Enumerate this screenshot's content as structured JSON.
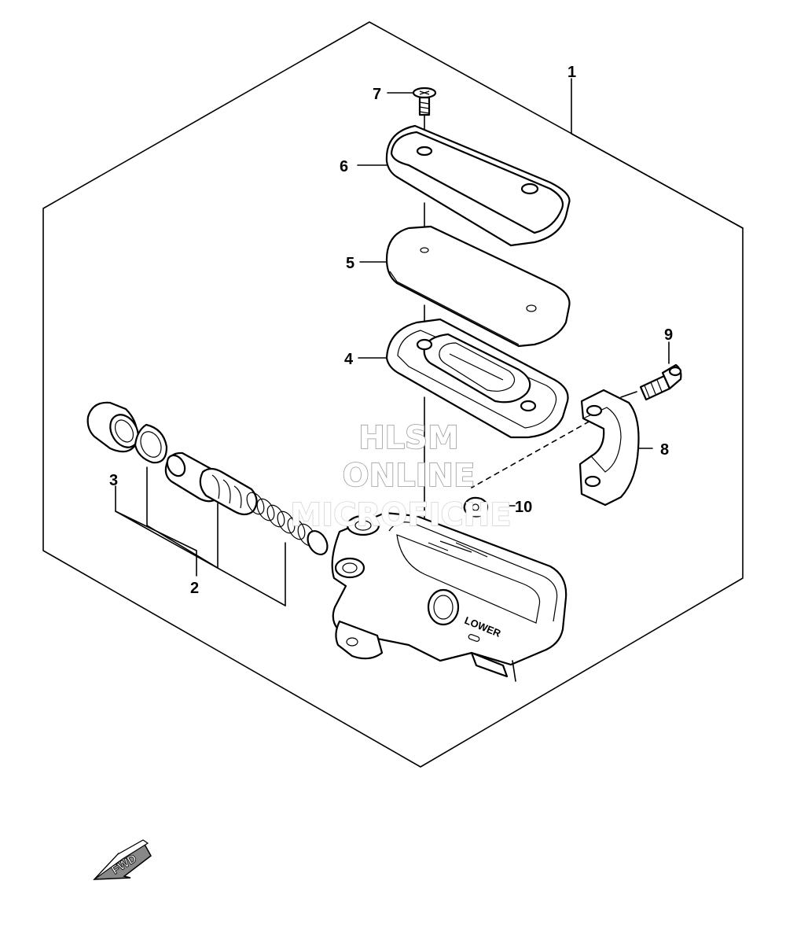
{
  "callouts": {
    "c1": "1",
    "c2": "2",
    "c3": "3",
    "c4": "4",
    "c5": "5",
    "c6": "6",
    "c7": "7",
    "c8": "8",
    "c9": "9",
    "c10": "10"
  },
  "body_marking": "LOWER",
  "fwd_label": "FWD",
  "watermark": {
    "line1": "HLSM",
    "line2": "ONLINE",
    "line3": "MICROFICHE"
  }
}
